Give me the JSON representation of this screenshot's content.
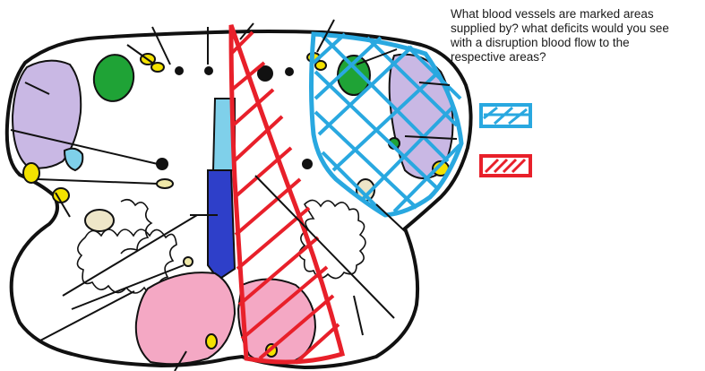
{
  "question": {
    "lines": [
      "What blood vessels are marked areas",
      "supplied by? what deficits would you see",
      "with a disruption blood flow to the",
      "respective areas?"
    ]
  },
  "legend": [
    {
      "pattern": "crosshatch",
      "color": "#29a8e0"
    },
    {
      "pattern": "diagonal-hatch",
      "color": "#e8202a"
    }
  ],
  "colors": {
    "outline": "#111111",
    "blue_hatch": "#29a8e0",
    "red_hatch": "#e8202a",
    "lavender": "#c9b8e4",
    "green": "#1fa336",
    "yellow": "#f3e100",
    "light_yellow": "#efe8a8",
    "light_blue": "#7fd0ea",
    "dark_blue": "#2e3fc9",
    "pink": "#f4a8c4",
    "tan": "#eee6c8"
  }
}
